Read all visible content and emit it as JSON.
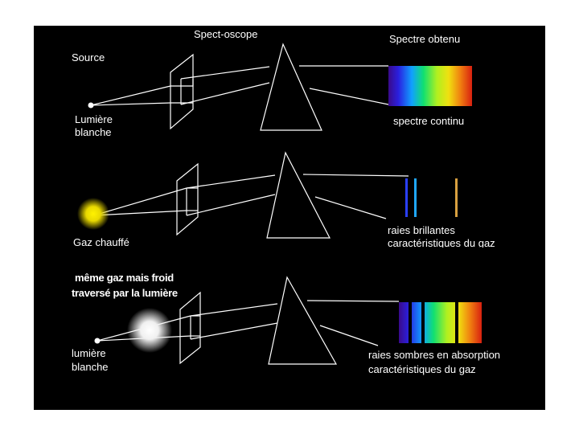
{
  "labels": {
    "spectroscope": "Spect-oscope",
    "spectre_obtenu": "Spectre obtenu",
    "source": "Source",
    "lumiere_blanche_1": "Lumière",
    "lumiere_blanche_2": "blanche",
    "spectre_continu": "spectre continu",
    "gaz_chauffe": "Gaz chauffé",
    "raies_brillantes_1": "raies brillantes",
    "raies_brillantes_2": "caractéristiques du gaz",
    "meme_gaz_1": "même gaz mais froid",
    "meme_gaz_2": "traversé par la lumière",
    "lumiere_blanche_3_1": "lumière",
    "lumiere_blanche_3_2": "blanche",
    "raies_sombres_1": "raies sombres en absorption",
    "raies_sombres_2": "caractéristiques du gaz"
  },
  "colors": {
    "background": "#000000",
    "lines": "#ffffff",
    "hot_gas": "#f2e600",
    "cold_gas_glow": "#ffffff"
  }
}
